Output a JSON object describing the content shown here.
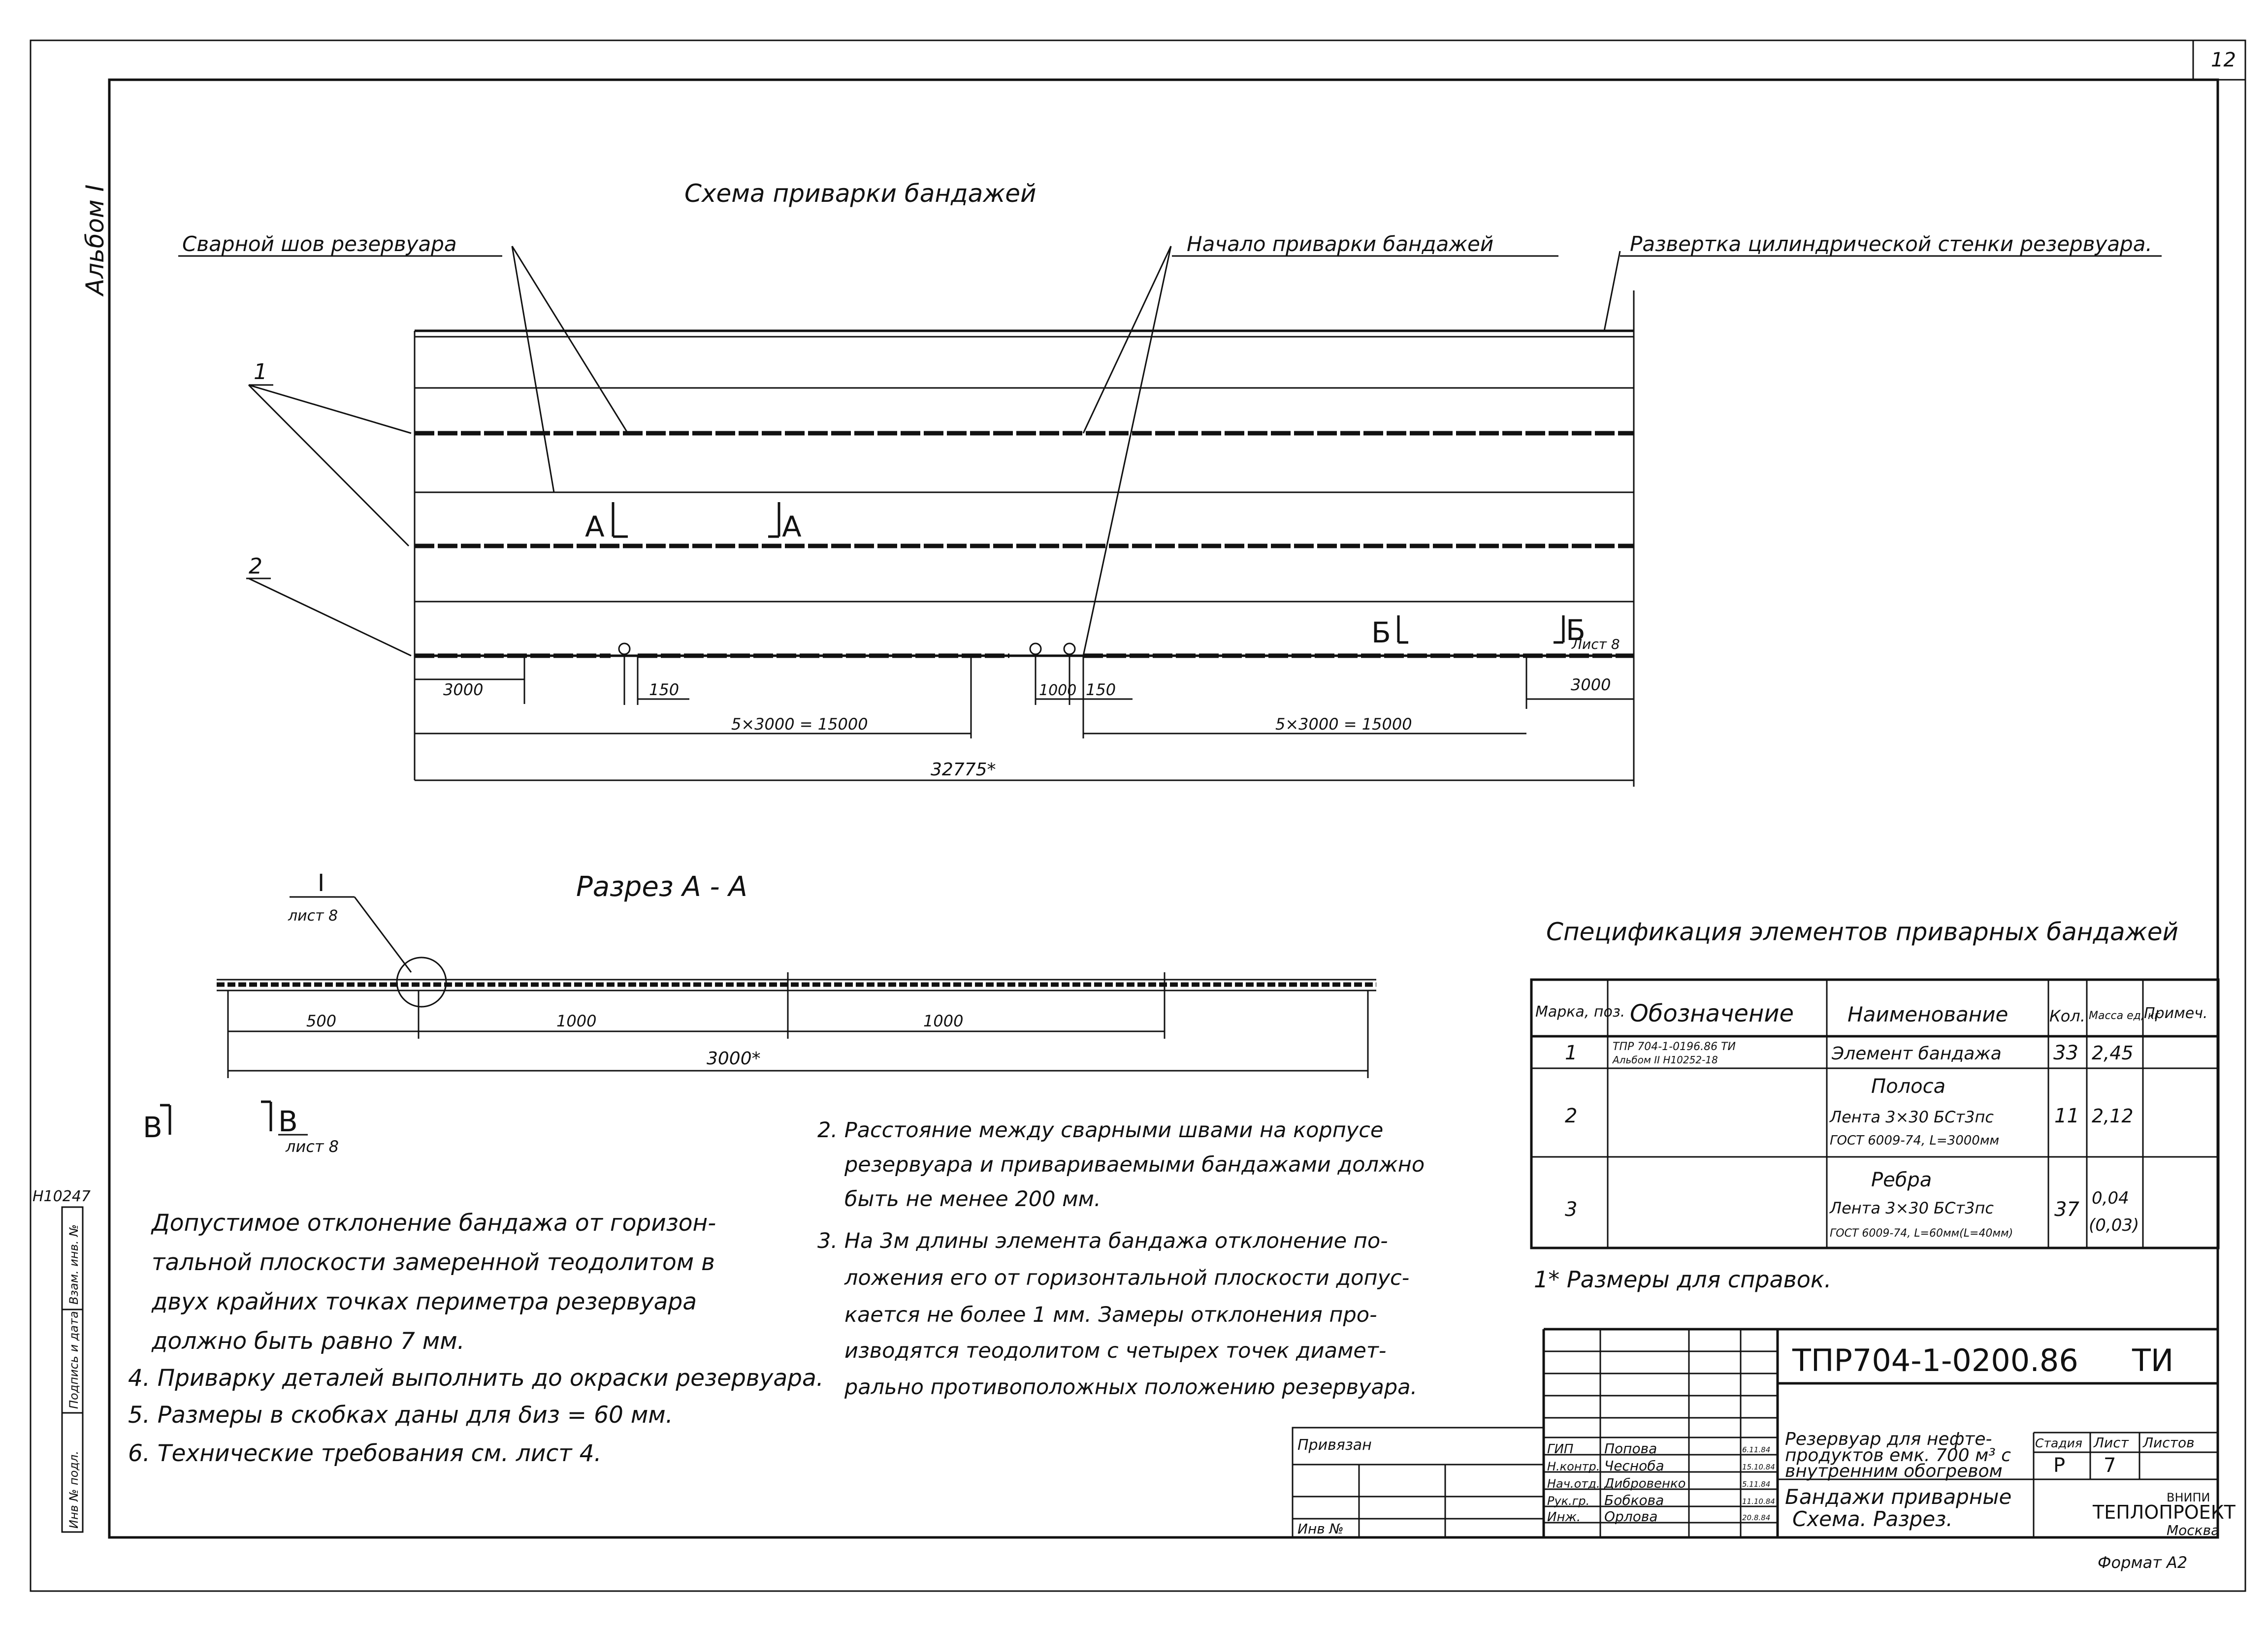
{
  "sheet_number": "12",
  "album_label": "Альбом I",
  "inv_number": "H10247",
  "side_stamp": {
    "inv_orig": "Инв № подл.",
    "sign_date": "Подпись и дата",
    "inv_replace": "Взам. инв. №"
  },
  "scheme": {
    "title": "Схема приварки бандажей",
    "label_weld_seam": "Сварной шов резервуара",
    "label_start_weld": "Начало приварки бандажей",
    "label_development": "Развертка цилиндрической стенки резервуара.",
    "pos1": "1",
    "pos2": "2",
    "section_a_left": "A",
    "section_a_right": "A",
    "section_b_left": "Б",
    "section_b_right": "Б",
    "section_b_sheet": "Лист 8",
    "dim_3000_left": "3000",
    "dim_150_left": "150",
    "dim_1000": "1000",
    "dim_150_right": "150",
    "dim_3000_right": "3000",
    "dim_15000_left": "5×3000 = 15000",
    "dim_15000_right": "5×3000 = 15000",
    "dim_total": "32775*"
  },
  "section": {
    "title": "Разрез А - А",
    "callout_num": "I",
    "callout_sheet": "лист 8",
    "dim_500": "500",
    "dim_1000_a": "1000",
    "dim_1000_b": "1000",
    "dim_total": "3000*",
    "view_b_left": "B",
    "view_b_right": "B",
    "view_b_sheet": "лист 8"
  },
  "notes_left": [
    "Допустимое отклонение бандажа от горизон-",
    "тальной плоскости замеренной теодолитом в",
    "двух крайних точках периметра резервуара",
    "должно быть равно 7 мм.",
    "4. Приварку деталей выполнить до окраски резервуара.",
    "5. Размеры в скобках даны для δиз = 60 мм.",
    "6. Технические требования см. лист 4."
  ],
  "notes_mid": [
    "2. Расстояние между сварными швами на корпусе",
    "резервуара и привариваемыми бандажами должно",
    "быть не менее 200 мм.",
    "3. На 3м длины элемента бандажа отклонение по-",
    "ложения его от горизонтальной плоскости допус-",
    "кается не более 1 мм. Замеры отклонения про-",
    "изводятся теодолитом с четырех точек диамет-",
    "рально противоположных положению резервуара."
  ],
  "spec": {
    "title": "Спецификация элементов приварных бандажей",
    "headers": [
      "Марка, поз.",
      "Обозначение",
      "Наименование",
      "Кол.",
      "Масса ед, кг",
      "Примеч."
    ],
    "rows": [
      {
        "pos": "1",
        "code": [
          "ТПР 704-1-0196.86 ТИ",
          "Альбом II Н10252-18"
        ],
        "name": [
          "Элемент бандажа"
        ],
        "qty": "33",
        "mass": [
          "2,45"
        ],
        "note": ""
      },
      {
        "pos": "2",
        "code": [],
        "name": [
          "Полоса",
          "Лента 3×30 БСт3пс",
          "ГОСТ 6009-74, L=3000мм"
        ],
        "qty": "11",
        "mass": [
          "2,12"
        ],
        "note": ""
      },
      {
        "pos": "3",
        "code": [],
        "name": [
          "Ребра",
          "Лента 3×30 БСт3пс",
          "ГОСТ 6009-74, L=60мм(L=40мм)"
        ],
        "qty": "37",
        "mass": [
          "0,04",
          "(0,03)"
        ],
        "note": ""
      }
    ],
    "footnote": "1* Размеры для справок."
  },
  "title_block": {
    "doc_code": "ТПР704-1-0200.86",
    "doc_type": "ТИ",
    "linked": "Привязан",
    "inv_no": "Инв №",
    "object_name": [
      "Резервуар для нефте-",
      "продуктов емк. 700 м³ с",
      "внутренним обогревом"
    ],
    "drawing_name": [
      "Бандажи приварные",
      "Схема. Разрез."
    ],
    "stage_label": "Стадия",
    "sheet_label": "Лист",
    "sheets_label": "Листов",
    "stage": "Р",
    "sheet": "7",
    "org_line1": "ВНИПИ",
    "org_line2": "ТЕПЛОПРОЕКТ",
    "org_line3": "Москва",
    "staff": [
      {
        "role": "ГИП",
        "name": "Попова",
        "date": "6.11.84"
      },
      {
        "role": "Н.контр.",
        "name": "Чесноба",
        "date": "15.10.84"
      },
      {
        "role": "Нач.отд.",
        "name": "Дибровенко",
        "date": "5.11.84"
      },
      {
        "role": "Рук.гр.",
        "name": "Бобкова",
        "date": "11.10.84"
      },
      {
        "role": "Инж.",
        "name": "Орлова",
        "date": "20.8.84"
      }
    ]
  },
  "format_label": "Формат А2"
}
